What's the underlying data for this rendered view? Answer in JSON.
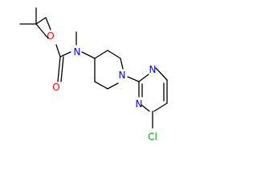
{
  "molecule": {
    "atoms": [
      {
        "symbol": "O",
        "color": "#ff0000"
      },
      {
        "symbol": "O",
        "color": "#ff0000"
      },
      {
        "symbol": "N",
        "color": "#0000ff"
      },
      {
        "symbol": "N",
        "color": "#0000ff"
      },
      {
        "symbol": "N",
        "color": "#0000ff"
      },
      {
        "symbol": "N",
        "color": "#0000ff"
      },
      {
        "symbol": "Cl",
        "color": "#00aa00"
      }
    ]
  }
}
